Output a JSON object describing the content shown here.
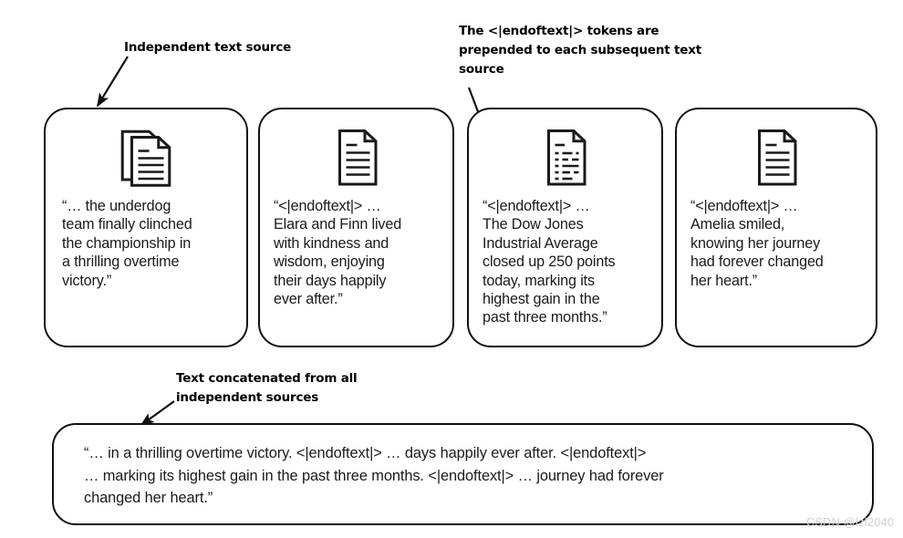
{
  "annotations": {
    "independent_source": "Independent text source",
    "endoftext_note": "The <|endoftext|> tokens are\nprepended to each subsequent text\nsource",
    "concatenated": "Text concatenated from all\nindependent sources"
  },
  "cards": [
    {
      "icon": "stacked-documents-icon",
      "text": "“… the underdog\nteam finally clinched\nthe championship in\na thrilling overtime\nvictory.”"
    },
    {
      "icon": "document-icon",
      "text": "“<|endoftext|> …\nElara and Finn lived\nwith kindness and\nwisdom, enjoying\ntheir days happily\never after.”"
    },
    {
      "icon": "news-article-icon",
      "text": "“<|endoftext|> …\nThe Dow Jones\nIndustrial Average\nclosed up 250 points\ntoday, marking its\nhighest gain in the\npast three months.”"
    },
    {
      "icon": "document-icon",
      "text": "“<|endoftext|> …\nAmelia smiled,\nknowing her journey\nhad forever changed\nher heart.”"
    }
  ],
  "concatenated_box": {
    "text": "“… in a thrilling overtime victory. <|endoftext|> … days happily ever after. <|endoftext|>\n… marking its highest gain in the past three months. <|endoftext|> … journey had forever\nchanged her heart.”"
  },
  "watermark": "CSDN @lzl2040",
  "colors": {
    "stroke": "#111111",
    "text": "#1a1a1a",
    "background": "#ffffff",
    "watermark": "#cfcfcf"
  }
}
